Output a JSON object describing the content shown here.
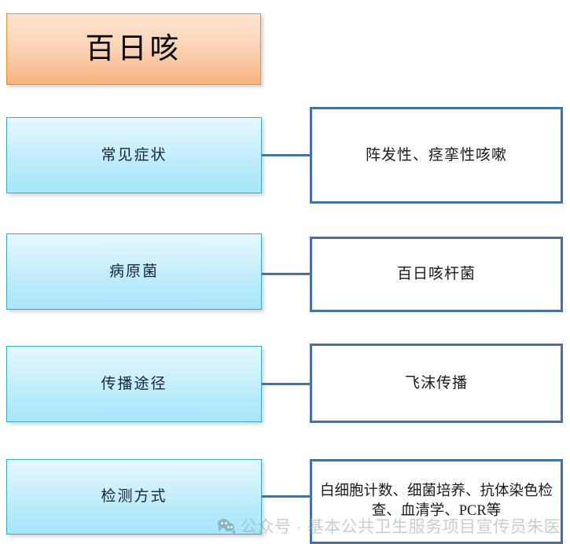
{
  "diagram": {
    "type": "mind-map",
    "title_node": {
      "label": "百日咳",
      "fill_gradient_top": "#fce4cf",
      "fill_gradient_bottom": "#f7b379",
      "border_color": "#e8922f"
    },
    "branch_style": {
      "left_fill_top": "#e4f8fe",
      "left_fill_bottom": "#a7e7fb",
      "left_border_color": "#3da9c6",
      "right_fill": "#ffffff",
      "right_border_color": "#4472a8",
      "connector_color": "#4472a8"
    },
    "rows": [
      {
        "key": "symptoms",
        "left_label": "常见症状",
        "right_label": "阵发性、痉挛性咳嗽",
        "right_multiline": false
      },
      {
        "key": "pathogen",
        "left_label": "病原菌",
        "right_label": "百日咳杆菌",
        "right_multiline": false
      },
      {
        "key": "transmission",
        "left_label": "传播途径",
        "right_label": "飞沫传播",
        "right_multiline": false
      },
      {
        "key": "detection",
        "left_label": "检测方式",
        "right_label": "白细胞计数、细菌培养、抗体染色检查、血清学、PCR等",
        "right_multiline": true
      }
    ]
  },
  "watermark": {
    "icon": "wechat-icon",
    "text": "公众号 · 基本公共卫生服务项目宣传员朱医",
    "color": "#9aa7af"
  }
}
